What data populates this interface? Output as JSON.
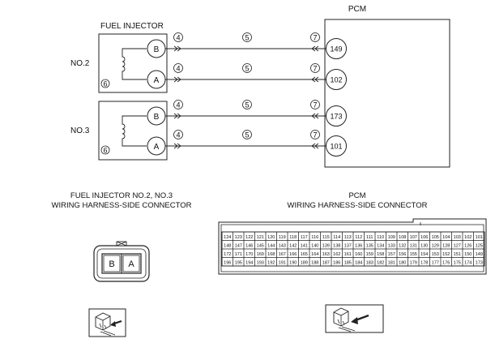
{
  "injector_title": "FUEL INJECTOR",
  "pcm_title": "PCM",
  "injectors": [
    {
      "label": "NO.2",
      "callout": "6"
    },
    {
      "label": "NO.3",
      "callout": "6"
    }
  ],
  "wires": [
    {
      "pin": "B",
      "left_callout": "4",
      "mid_callout": "5",
      "right_callout": "7",
      "pcm_terminal": "149"
    },
    {
      "pin": "A",
      "left_callout": "4",
      "mid_callout": "5",
      "right_callout": "7",
      "pcm_terminal": "102"
    },
    {
      "pin": "B",
      "left_callout": "4",
      "mid_callout": "5",
      "right_callout": "7",
      "pcm_terminal": "173"
    },
    {
      "pin": "A",
      "left_callout": "4",
      "mid_callout": "5",
      "right_callout": "7",
      "pcm_terminal": "101"
    }
  ],
  "injector_connector": {
    "caption_line1": "FUEL INJECTOR NO.2, NO.3",
    "caption_line2": "WIRING HARNESS-SIDE CONNECTOR",
    "pins": [
      "B",
      "A"
    ]
  },
  "pcm_connector": {
    "caption_line1": "PCM",
    "caption_line2": "WIRING HARNESS-SIDE CONNECTOR",
    "rows": [
      [
        "124",
        "123",
        "122",
        "121",
        "120",
        "119",
        "118",
        "117",
        "116",
        "115",
        "114",
        "113",
        "112",
        "111",
        "110",
        "109",
        "108",
        "107",
        "106",
        "105",
        "104",
        "103",
        "102",
        "101"
      ],
      [
        "148",
        "147",
        "146",
        "145",
        "144",
        "143",
        "142",
        "141",
        "140",
        "139",
        "138",
        "137",
        "136",
        "135",
        "134",
        "133",
        "132",
        "131",
        "130",
        "129",
        "128",
        "127",
        "126",
        "125"
      ],
      [
        "172",
        "171",
        "170",
        "169",
        "168",
        "167",
        "166",
        "165",
        "164",
        "163",
        "162",
        "161",
        "160",
        "159",
        "158",
        "157",
        "156",
        "155",
        "154",
        "153",
        "152",
        "151",
        "150",
        "149"
      ],
      [
        "196",
        "195",
        "194",
        "193",
        "192",
        "191",
        "190",
        "189",
        "188",
        "187",
        "186",
        "185",
        "184",
        "183",
        "182",
        "181",
        "180",
        "179",
        "178",
        "177",
        "176",
        "175",
        "174",
        "173"
      ]
    ]
  }
}
